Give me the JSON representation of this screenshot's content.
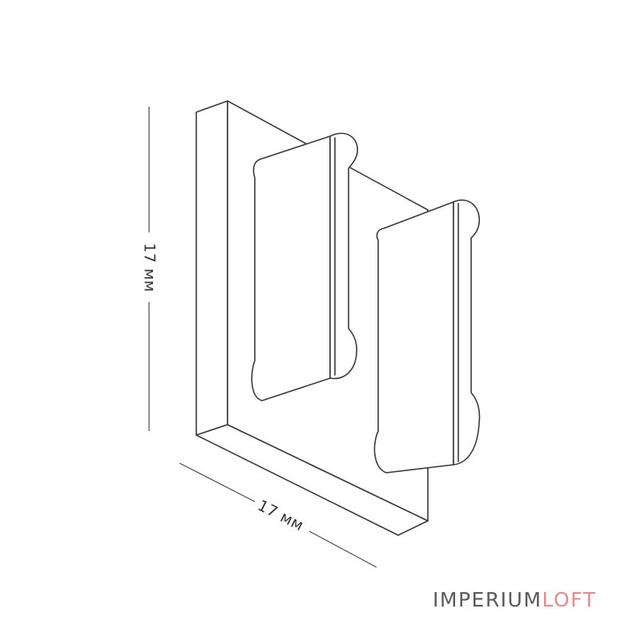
{
  "dimensions": {
    "height_label": "17 мм",
    "width_label": "17 мм"
  },
  "brand": {
    "part1": "IMPERIUM",
    "part2": "LOFT",
    "colors": {
      "part1": "#5a5a5a",
      "part2": "#e68a8a"
    }
  }
}
